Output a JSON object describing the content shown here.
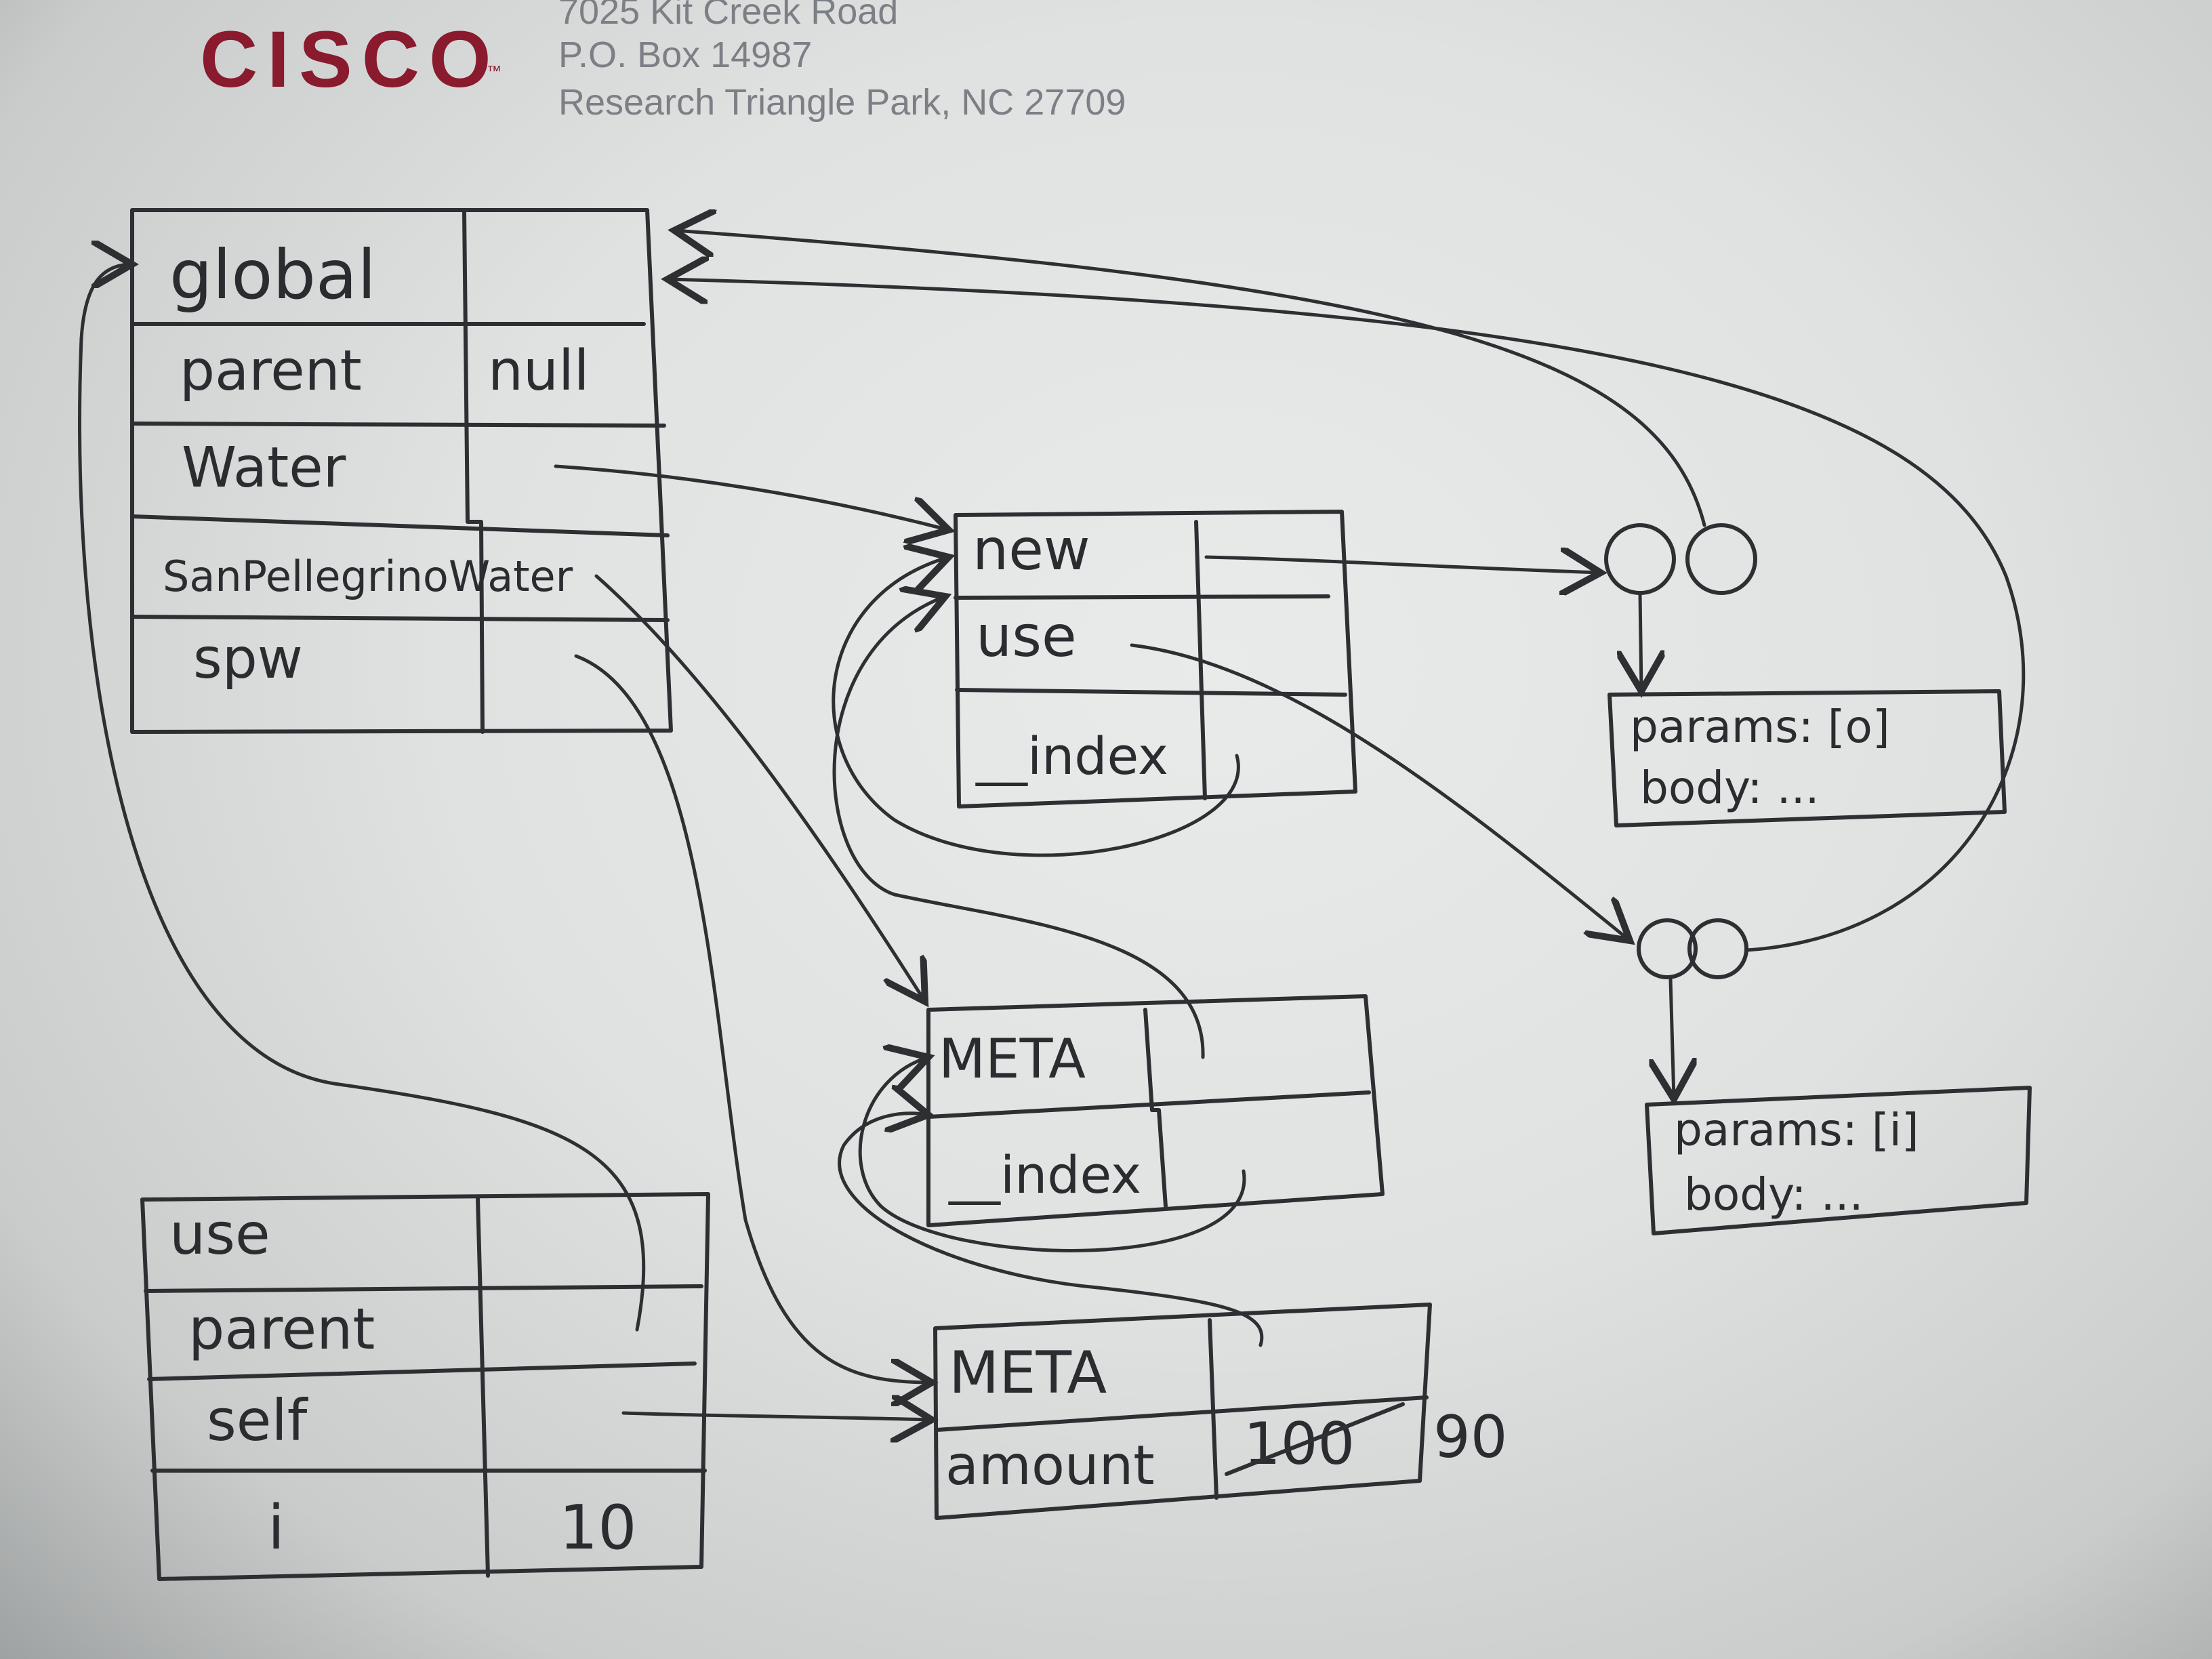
{
  "header": {
    "logo": "CISCO",
    "logo_tm": "™",
    "address_lines": [
      "7025 Kit Creek Road",
      "P.O. Box 14987",
      "Research Triangle Park, NC 27709"
    ]
  },
  "diagram": {
    "global_frame": {
      "title": "global",
      "rows": [
        {
          "key": "parent",
          "value": "null"
        },
        {
          "key": "Water",
          "value": ""
        },
        {
          "key": "SanPellegrinoWater",
          "value": ""
        },
        {
          "key": "spw",
          "value": ""
        }
      ]
    },
    "water_object": {
      "rows": [
        {
          "key": "new",
          "value": ""
        },
        {
          "key": "use",
          "value": ""
        },
        {
          "key": "__index",
          "value": ""
        }
      ]
    },
    "spw_class_object": {
      "rows": [
        {
          "key": "META",
          "value": ""
        },
        {
          "key": "__index",
          "value": ""
        }
      ]
    },
    "instance_object": {
      "rows": [
        {
          "key": "META",
          "value": ""
        },
        {
          "key": "amount",
          "value": "100",
          "struck": true
        }
      ],
      "new_amount": "90"
    },
    "call_frame": {
      "rows": [
        {
          "key": "use",
          "value": ""
        },
        {
          "key": "parent",
          "value": ""
        },
        {
          "key": "self",
          "value": ""
        },
        {
          "key": "i",
          "value": "10"
        }
      ]
    },
    "closures": [
      {
        "params": "params: [o]",
        "body": "body: ..."
      },
      {
        "params": "params: [i]",
        "body": "body: ..."
      }
    ]
  }
}
